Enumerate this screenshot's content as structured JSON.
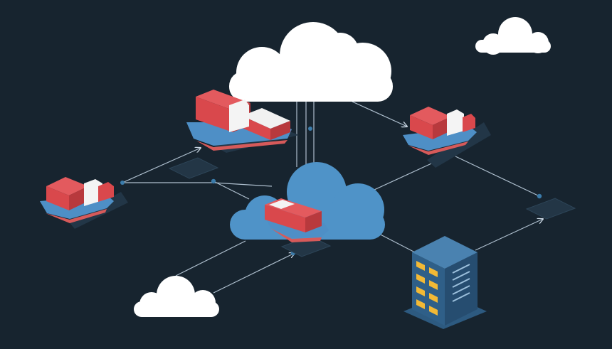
{
  "scene": {
    "background": "#17242f",
    "connector_color": "#9fb2c4",
    "connector_dot_color": "#3b79a6",
    "pad_color": "#243847",
    "white_cloud_color": "#ffffff",
    "blue_cloud_color": "#4f93c8",
    "ship_hull_color": "#4e8fc6",
    "ship_hull_stripe_color": "#d65a5a",
    "container_color": "#d9484c",
    "container_top_color": "#f2f2f2",
    "building_color": "#2f5e84",
    "building_window_color": "#f2b935",
    "arrow_style": "open-arrowhead"
  },
  "elements": {
    "white_clouds": [
      "central-white-cloud",
      "small-white-cloud-top-right",
      "small-white-cloud-bottom-left"
    ],
    "blue_clouds": [
      "central-blue-cloud"
    ],
    "ships": [
      "ship-top-left",
      "ship-left",
      "ship-top-right",
      "ship-center"
    ],
    "buildings": [
      "data-center-building"
    ]
  }
}
